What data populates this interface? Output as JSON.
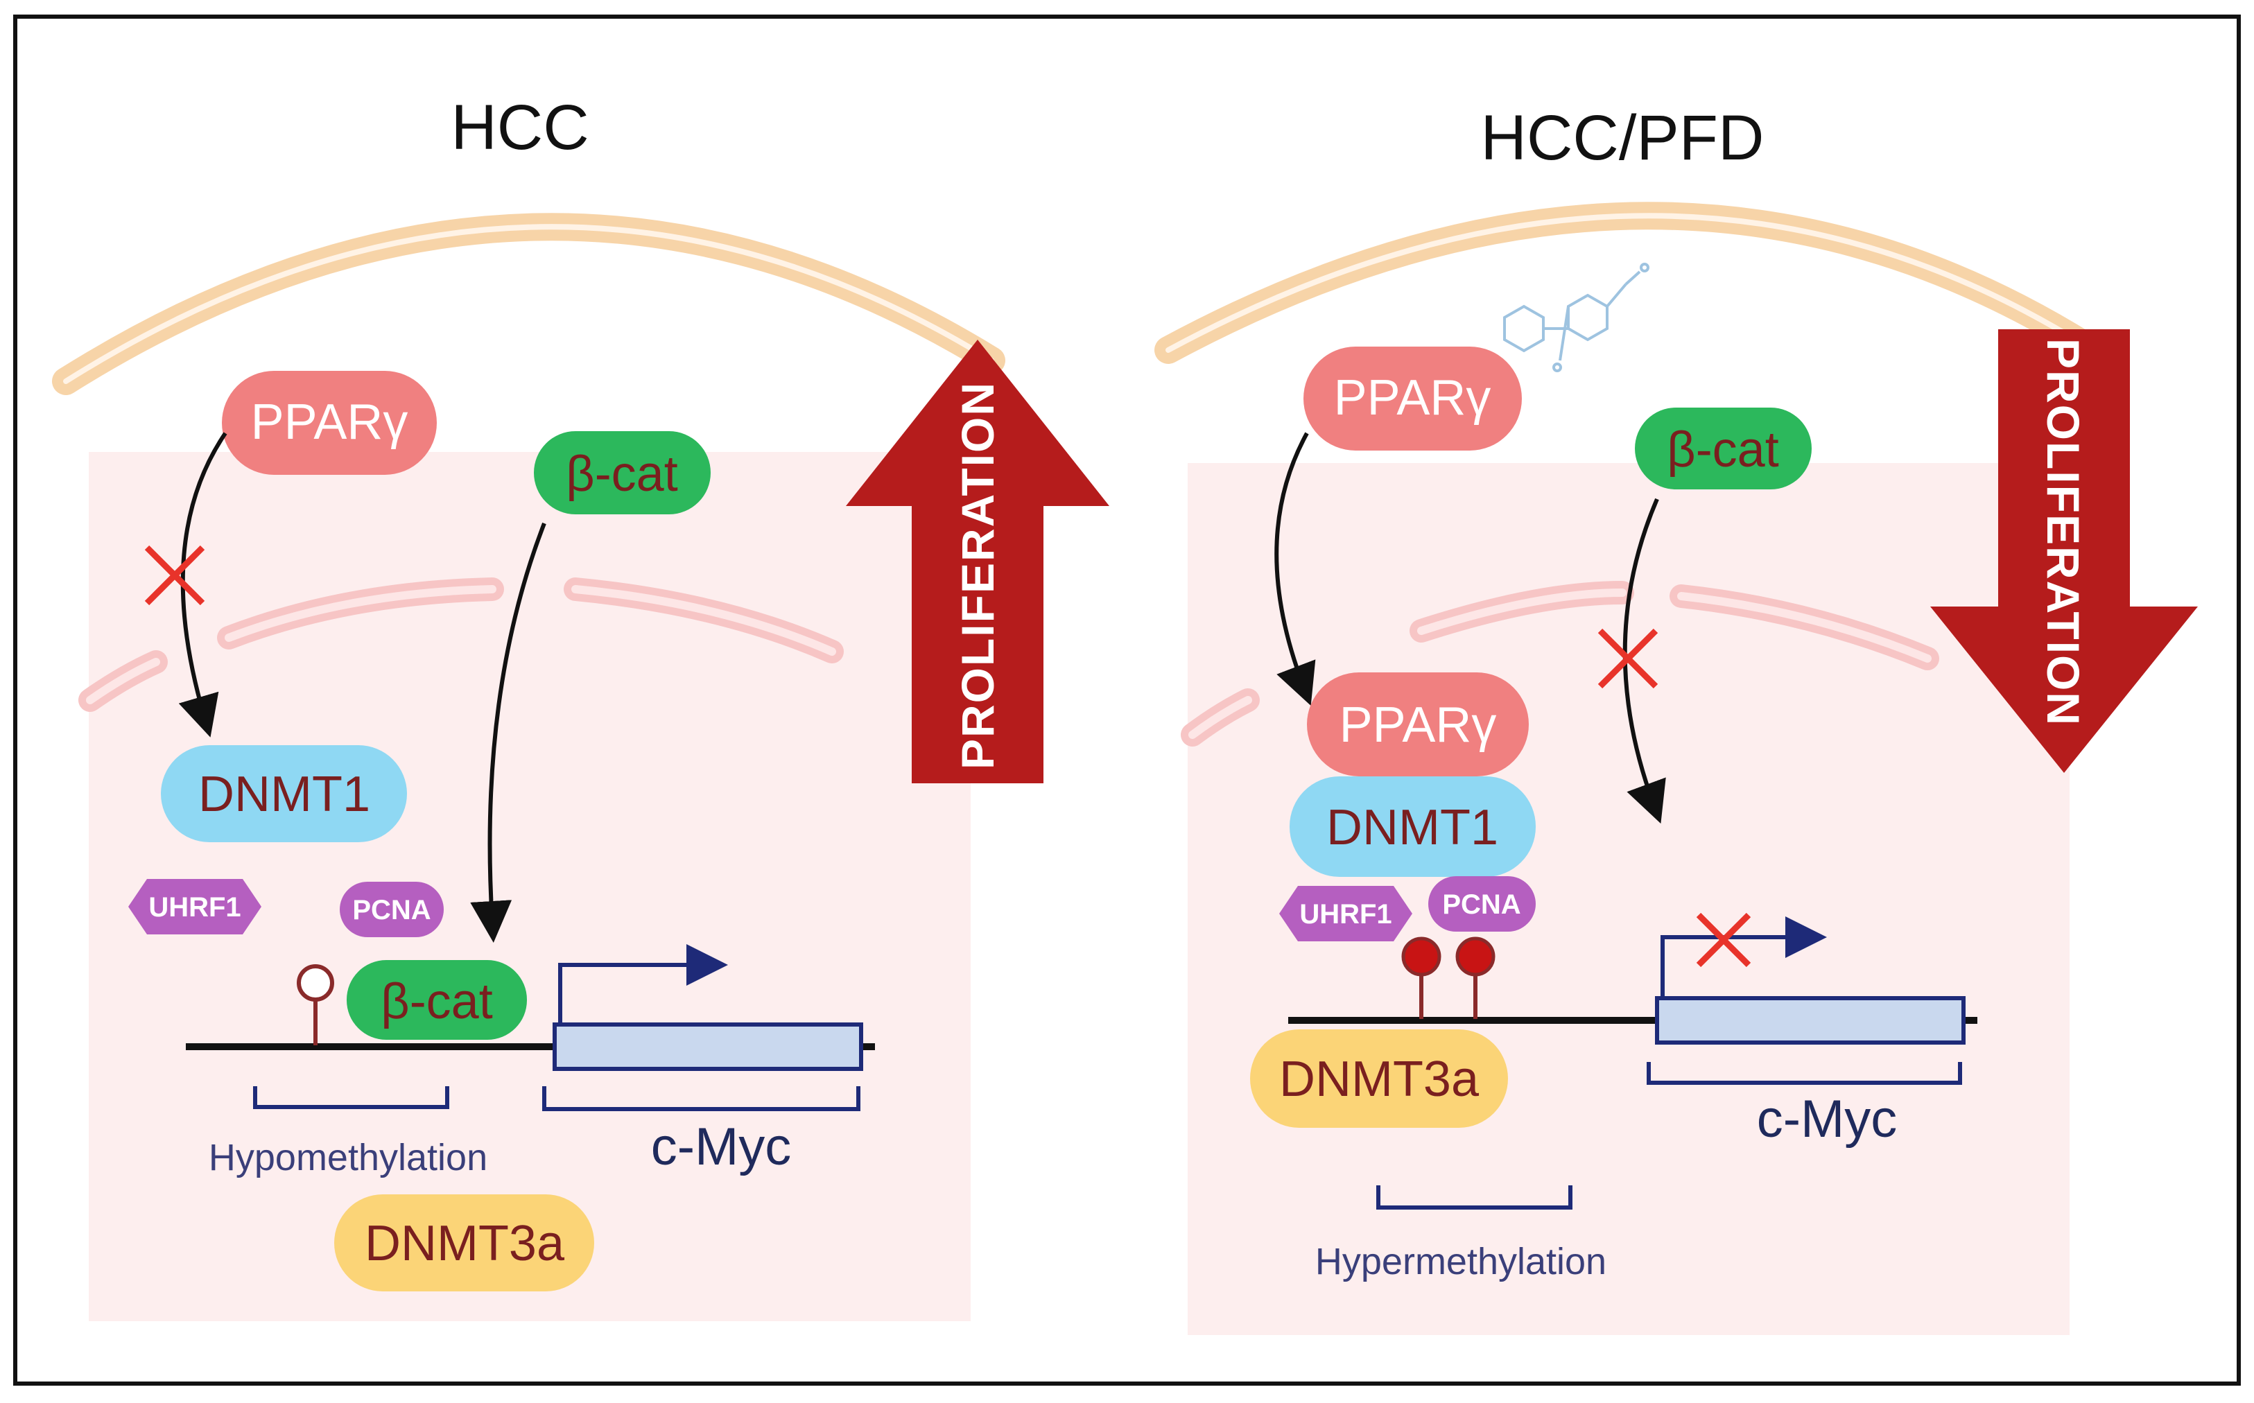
{
  "left_panel": {
    "title": "HCC",
    "ppar_label": "PPARγ",
    "bcat_label": "β-cat",
    "dnmt1_label": "DNMT1",
    "uhrf1_label": "UHRF1",
    "pcna_label": "PCNA",
    "bcat_bound_label": "β-cat",
    "gene_label": "c-Myc",
    "methylation_label": "Hypomethylation",
    "dnmt3a_label": "DNMT3a",
    "arrow_label": "PROLIFERATION",
    "arrow_direction": "up"
  },
  "right_panel": {
    "title": "HCC/PFD",
    "ppar_label": "PPARγ",
    "bcat_label": "β-cat",
    "ppar_bound_label": "PPARγ",
    "dnmt1_label": "DNMT1",
    "uhrf1_label": "UHRF1",
    "pcna_label": "PCNA",
    "gene_label": "c-Myc",
    "methylation_label": "Hypermethylation",
    "dnmt3a_label": "DNMT3a",
    "arrow_label": "PROLIFERATION",
    "arrow_direction": "down"
  },
  "colors": {
    "ppar": "#f08080",
    "bcat": "#2cb85c",
    "dnmt1": "#8fd8f3",
    "dnmt3a": "#fbd477",
    "small_pill": "#b55fc0",
    "proliferation": "#b51c1c",
    "membrane": "#f7d4a8",
    "cell_bg": "#fdeeee",
    "inhibition_x": "#e8332a"
  }
}
